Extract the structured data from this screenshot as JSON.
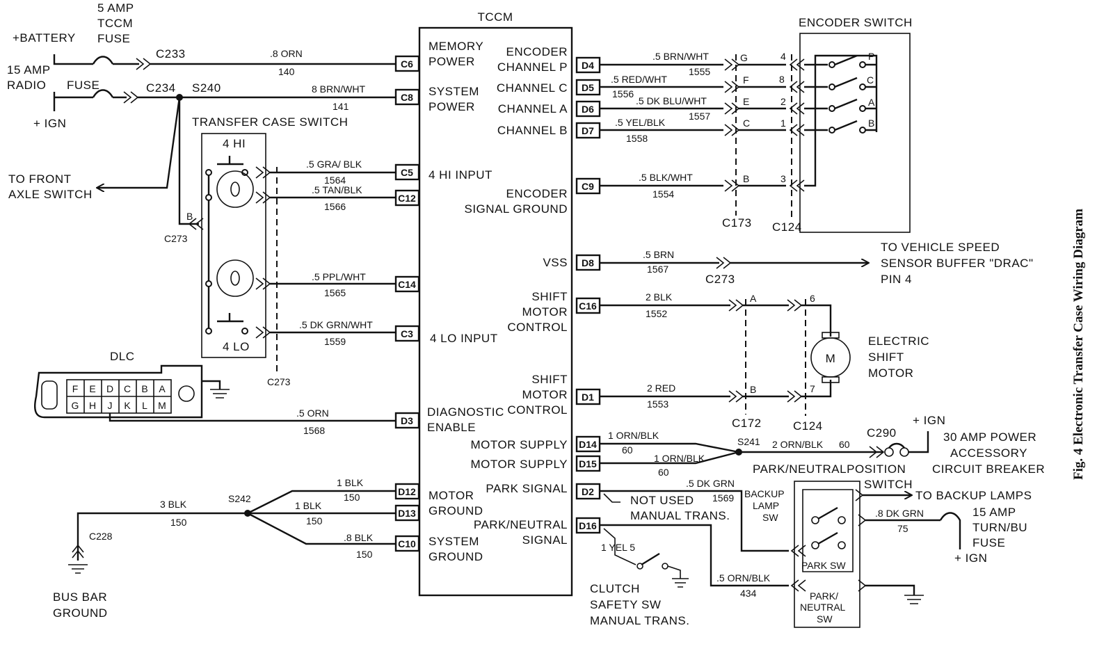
{
  "title": "TCCM",
  "caption": "Fig. 4  Electronic Transfer Case Wiring Diagram",
  "power": {
    "battery": "+BATTERY",
    "tccm_fuse_1": "5 AMP",
    "tccm_fuse_2": "TCCM",
    "tccm_fuse_3": "FUSE",
    "radio_fuse_1": "15 AMP",
    "radio_fuse_2": "RADIO",
    "radio_fuse_3": "FUSE",
    "ign": "+ IGN",
    "c233": "C233",
    "c234": "C234",
    "s240": "S240",
    "front_axle_1": "TO FRONT",
    "front_axle_2": "AXLE SWITCH"
  },
  "tccm_left": {
    "memory_1": "MEMORY",
    "memory_2": "POWER",
    "system_1": "SYSTEM",
    "system_2": "POWER",
    "hi_input": "4 HI INPUT",
    "lo_input": "4 LO INPUT",
    "diag_1": "DIAGNOSTIC",
    "diag_2": "ENABLE",
    "motor_gnd_1": "MOTOR",
    "motor_gnd_2": "GROUND",
    "sys_gnd_1": "SYSTEM",
    "sys_gnd_2": "GROUND"
  },
  "tccm_right": {
    "enc_1": "ENCODER",
    "enc_p": "CHANNEL P",
    "enc_c": "CHANNEL C",
    "enc_a": "CHANNEL A",
    "enc_b": "CHANNEL B",
    "enc_gnd_1": "ENCODER",
    "enc_gnd_2": "SIGNAL GROUND",
    "vss": "VSS",
    "shift1_1": "SHIFT",
    "shift1_2": "MOTOR",
    "shift1_3": "CONTROL",
    "shift2_1": "SHIFT",
    "shift2_2": "MOTOR",
    "shift2_3": "CONTROL",
    "motor_supply_1": "MOTOR SUPPLY",
    "motor_supply_2": "MOTOR SUPPLY",
    "park_signal": "PARK SIGNAL",
    "pn_signal_1": "PARK/NEUTRAL",
    "pn_signal_2": "SIGNAL"
  },
  "pins": [
    "C6",
    "C8",
    "C5",
    "C12",
    "C14",
    "C3",
    "D3",
    "D12",
    "D13",
    "C10",
    "D4",
    "D5",
    "D6",
    "D7",
    "C9",
    "D8",
    "C16",
    "D1",
    "D14",
    "D15",
    "D2",
    "D16"
  ],
  "wires": {
    "c6_gauge": ".8 ORN",
    "c6_circ": "140",
    "c8_gauge": "8 BRN/WHT",
    "c8_circ": "141",
    "c5_gauge": ".5 GRA/ BLK",
    "c5_circ": "1564",
    "c12_gauge": ".5 TAN/BLK",
    "c12_circ": "1566",
    "c14_gauge": ".5 PPL/WHT",
    "c14_circ": "1565",
    "c3_gauge": ".5 DK GRN/WHT",
    "c3_circ": "1559",
    "d3_gauge": ".5 ORN",
    "d3_circ": "1568",
    "d12_gauge": "1 BLK",
    "d12_circ": "150",
    "d13_gauge": "1  BLK",
    "d13_circ": "150",
    "c10_gauge": ".8 BLK",
    "c10_circ": "150",
    "gnd_gauge": "3 BLK",
    "gnd_circ": "150",
    "d4_gauge": ".5 BRN/WHT",
    "d4_circ": "1555",
    "d5_gauge": ".5 RED/WHT",
    "d5_circ": "1556",
    "d6_gauge": ".5 DK BLU/WHT",
    "d6_circ": "1557",
    "d7_gauge": ".5 YEL/BLK",
    "d7_circ": "1558",
    "c9_gauge": ".5 BLK/WHT",
    "c9_circ": "1554",
    "d8_gauge": ".5 BRN",
    "d8_circ": "1567",
    "c16_gauge": "2 BLK",
    "c16_circ": "1552",
    "d1_gauge": "2 RED",
    "d1_circ": "1553",
    "d14_gauge": "1 ORN/BLK",
    "d14_circ": "60",
    "d15_gauge": "1 ORN/BLK",
    "d15_circ": "60",
    "s241_gauge": "2 ORN/BLK",
    "s241_circ": "60",
    "d2_gauge": ".5 DK GRN",
    "d2_circ": "1569",
    "d16_gauge": "1 YEL 5",
    "pn_gauge": ".5 ORN/BLK",
    "pn_circ": "434",
    "bu_gauge": ".8 DK GRN",
    "bu_circ": "75"
  },
  "connectors": {
    "c273a": "C273",
    "c273b": "C273",
    "c273c": "C273",
    "c173": "C173",
    "c124a": "C124",
    "c124b": "C124",
    "c172": "C172",
    "c228": "C228",
    "c290": "C290",
    "s241": "S241",
    "s242": "S242",
    "ps_b": "B",
    "enc_g": "G",
    "enc_f": "F",
    "enc_e": "E",
    "enc_c": "C",
    "enc_b": "B",
    "enc_4": "4",
    "enc_8": "8",
    "enc_2": "2",
    "enc_1": "1",
    "enc_3": "3",
    "mot_a": "A",
    "mot_b": "B",
    "mot_6": "6",
    "mot_7": "7"
  },
  "components": {
    "transfer_case": "TRANSFER CASE SWITCH",
    "hi": "4 HI",
    "lo": "4 LO",
    "dlc": "DLC",
    "dlc_top": [
      "F",
      "E",
      "D",
      "C",
      "B",
      "A"
    ],
    "dlc_bot": [
      "G",
      "H",
      "J",
      "K",
      "L",
      "M"
    ],
    "encoder_switch": "ENCODER SWITCH",
    "enc_contacts": [
      "P",
      "C",
      "A",
      "B"
    ],
    "vss_1": "TO VEHICLE SPEED",
    "vss_2": "SENSOR BUFFER \"DRAC\"",
    "vss_3": "PIN 4",
    "motor_1": "ELECTRIC",
    "motor_2": "SHIFT",
    "motor_3": "MOTOR",
    "motor_m": "M",
    "ign2": "+ IGN",
    "cb_1": "30 AMP POWER",
    "cb_2": "ACCESSORY",
    "cb_3": "CIRCUIT BREAKER",
    "pnps_1": "PARK/NEUTRALPOSITION",
    "pnps_2": "SWITCH",
    "backup_1": "BACKUP",
    "backup_2": "LAMP",
    "backup_3": "SW",
    "backup_lamps": "TO BACKUP  LAMPS",
    "park_sw": "PARK SW",
    "pn_sw_1": "PARK/",
    "pn_sw_2": "NEUTRAL",
    "pn_sw_3": "SW",
    "turn_1": "15 AMP",
    "turn_2": "TURN/BU",
    "turn_3": "FUSE",
    "ign3": "+ IGN",
    "not_used_1": "NOT USED",
    "not_used_2": "MANUAL TRANS.",
    "clutch_1": "CLUTCH",
    "clutch_2": "SAFETY SW",
    "clutch_3": "MANUAL TRANS.",
    "bus_1": "BUS BAR",
    "bus_2": "GROUND"
  }
}
